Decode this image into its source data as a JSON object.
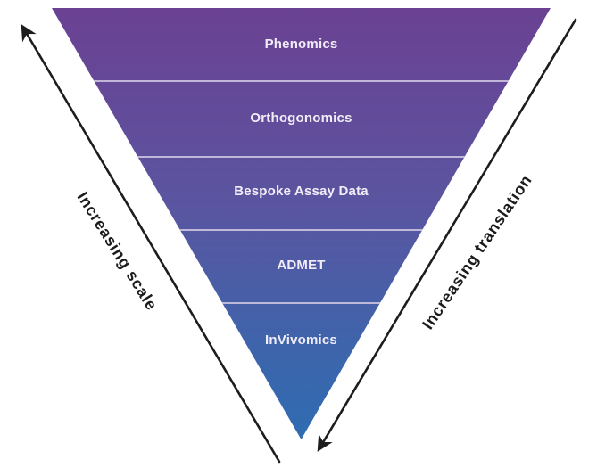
{
  "funnel": {
    "levels": [
      {
        "label": "Phenomics"
      },
      {
        "label": "Orthogonomics"
      },
      {
        "label": "Bespoke Assay Data"
      },
      {
        "label": "ADMET"
      },
      {
        "label": "InVivomics"
      }
    ],
    "colors": {
      "gradient_top": "#6b4193",
      "gradient_mid": "#5a55a0",
      "gradient_low": "#3e64ab",
      "gradient_bottom": "#2f6cb2",
      "divider": "#c9c0dd",
      "level_label": "#f1edf8"
    }
  },
  "axes": {
    "left": {
      "label": "Increasing scale",
      "arrow_direction": "up"
    },
    "right": {
      "label": "Increasing translation",
      "arrow_direction": "down"
    }
  },
  "arrow_color": "#1d1d1d"
}
